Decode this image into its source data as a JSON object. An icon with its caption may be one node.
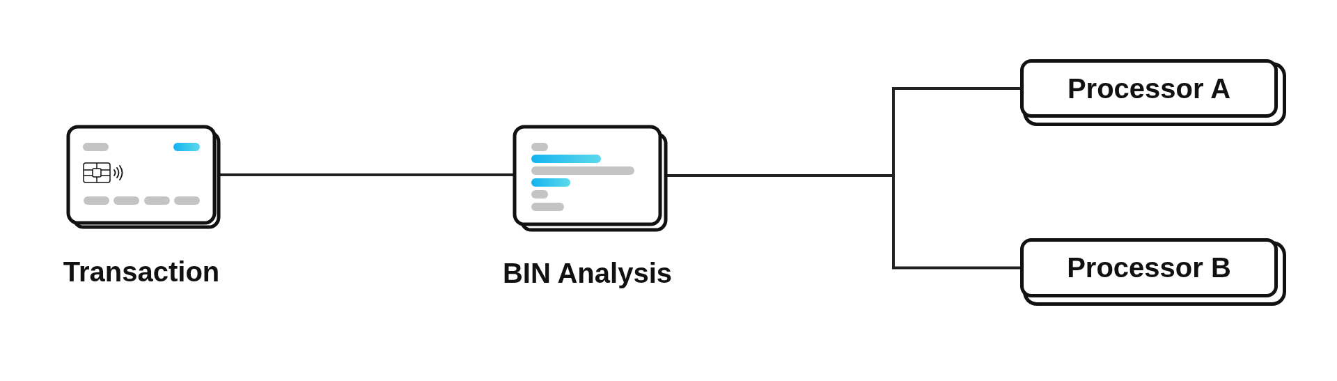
{
  "diagram": {
    "nodes": [
      {
        "text": [
          "Transaction"
        ]
      },
      {
        "text": [
          "BIN Analysis"
        ]
      },
      {
        "text": [
          "Processor A"
        ]
      },
      {
        "text": [
          "Processor B"
        ]
      }
    ],
    "edges": [
      {
        "from": 0,
        "to": 1,
        "arrow": "none"
      },
      {
        "from": 1,
        "to": 2,
        "arrow": "none"
      },
      {
        "from": 1,
        "to": 3,
        "arrow": "none"
      }
    ]
  }
}
